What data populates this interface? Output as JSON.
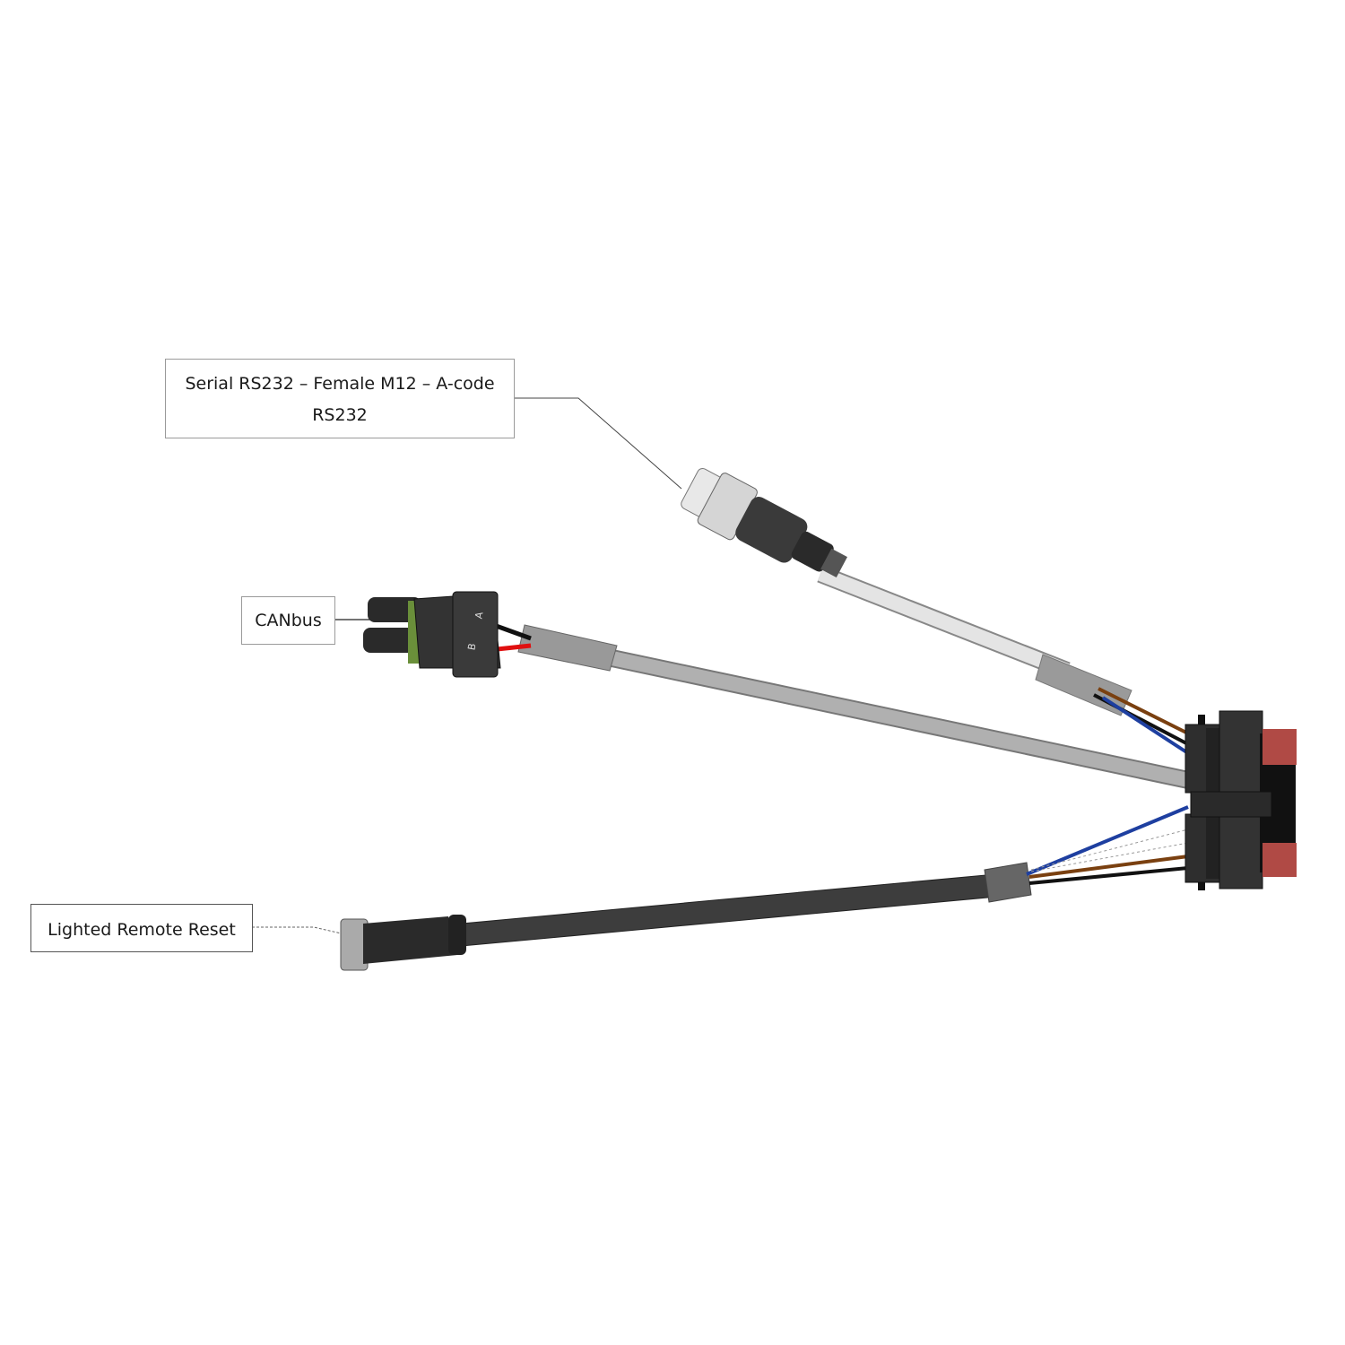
{
  "labels": {
    "serial_line1": "Serial RS232 – Female M12 – A-code",
    "serial_line2": "RS232",
    "canbus": "CANbus",
    "reset": "Lighted Remote Reset"
  },
  "connector_pins": {
    "a": "A",
    "b": "B"
  },
  "colors": {
    "main_connector": "#2e2e2e",
    "main_connector_accent": "#b04a45",
    "serial_cable": "#dedede",
    "canbus_cable": "#a8a8a8",
    "reset_cable": "#3a3a3a",
    "wire_brown": "#7a4010",
    "wire_blue": "#1e3fa0",
    "wire_red": "#e01010"
  }
}
